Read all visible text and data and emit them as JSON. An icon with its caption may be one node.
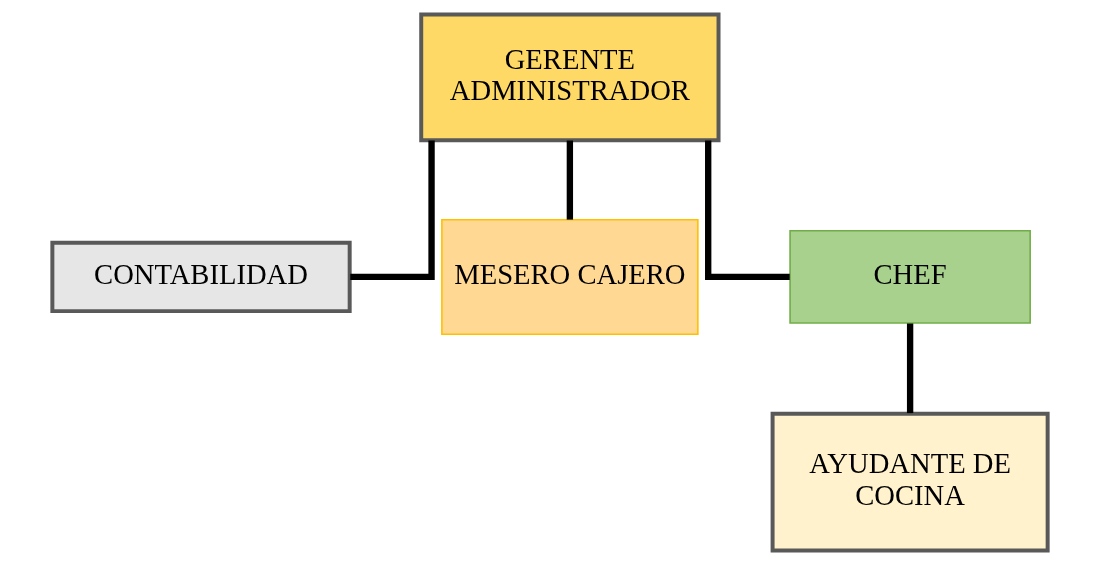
{
  "diagram": {
    "nodes": [
      {
        "text": [
          "GERENTE ADMINISTRADOR"
        ]
      },
      {
        "text": [
          "CONTABILIDAD"
        ]
      },
      {
        "text": [
          "MESERO CAJERO"
        ]
      },
      {
        "text": [
          "CHEF"
        ]
      },
      {
        "text": [
          "AYUDANTE DE COCINA"
        ]
      }
    ],
    "edges": [
      {
        "from": 0,
        "to": 1,
        "arrow": "none"
      },
      {
        "from": 0,
        "to": 2,
        "arrow": "none"
      },
      {
        "from": 0,
        "to": 3,
        "arrow": "none"
      },
      {
        "from": 3,
        "to": 4,
        "arrow": "none"
      }
    ]
  }
}
